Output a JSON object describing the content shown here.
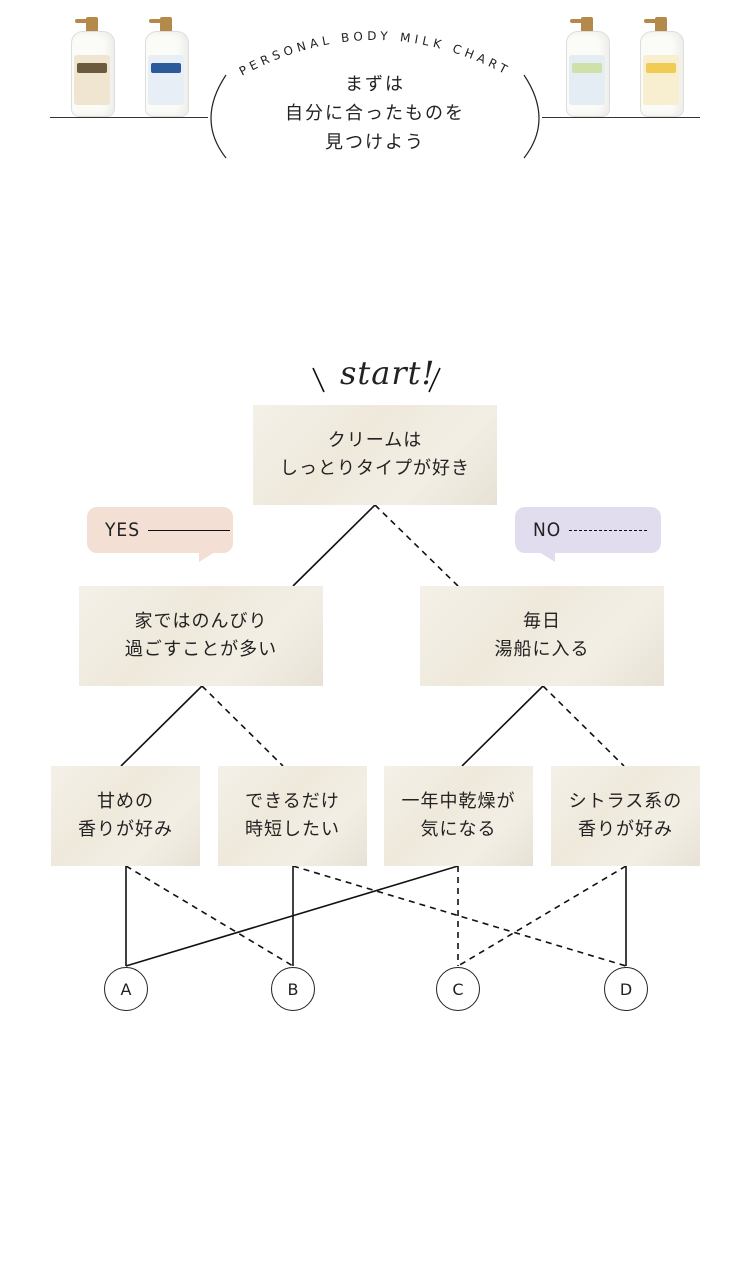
{
  "header": {
    "arc_title": "PERSONAL BODY MILK CHART",
    "intro_lines": [
      "まずは",
      "自分に合ったものを",
      "見つけよう"
    ]
  },
  "start_label": "start!",
  "question_root": [
    "クリームは",
    "しっとりタイプが好き"
  ],
  "yes_label": "YES",
  "no_label": "NO",
  "level2": {
    "left": [
      "家ではのんびり",
      "過ごすことが多い"
    ],
    "right": [
      "毎日",
      "湯船に入る"
    ]
  },
  "level3": [
    [
      "甘めの",
      "香りが好み"
    ],
    [
      "できるだけ",
      "時短したい"
    ],
    [
      "一年中乾燥が",
      "気になる"
    ],
    [
      "シトラス系の",
      "香りが好み"
    ]
  ],
  "results": [
    "A",
    "B",
    "C",
    "D"
  ],
  "colors": {
    "yes_bubble": "#f3dfd3",
    "no_bubble": "#e2ddee",
    "box": "#efe9dc",
    "line": "#111111"
  },
  "icons": [
    "bottle-icon",
    "bottle-icon",
    "bottle-icon",
    "bottle-icon"
  ]
}
